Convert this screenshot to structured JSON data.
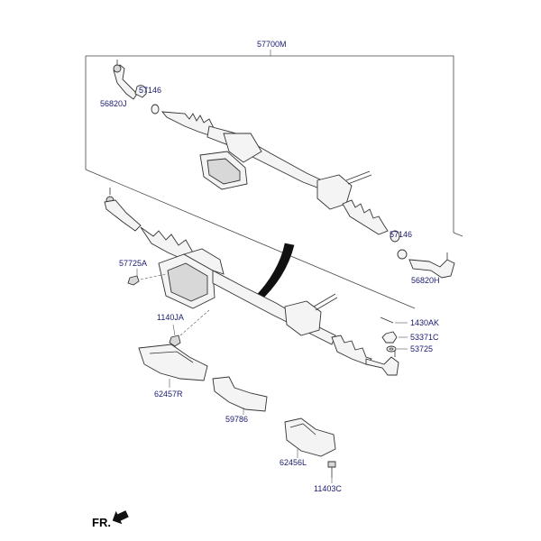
{
  "labels": {
    "assembly": "57700M",
    "tie_rod_end_left": "56820J",
    "boot_left": "57146",
    "boot_right": "57146",
    "tie_rod_end_right": "56820H",
    "bolt_57725A": "57725A",
    "bolt_1140JA": "1140JA",
    "pin_1430AK": "1430AK",
    "nut_53371C": "53371C",
    "washer_53725": "53725",
    "bracket_62457R": "62457R",
    "plate_59786": "59786",
    "bracket_62456L": "62456L",
    "bolt_11403C": "11403C",
    "front_indicator": "FR."
  }
}
